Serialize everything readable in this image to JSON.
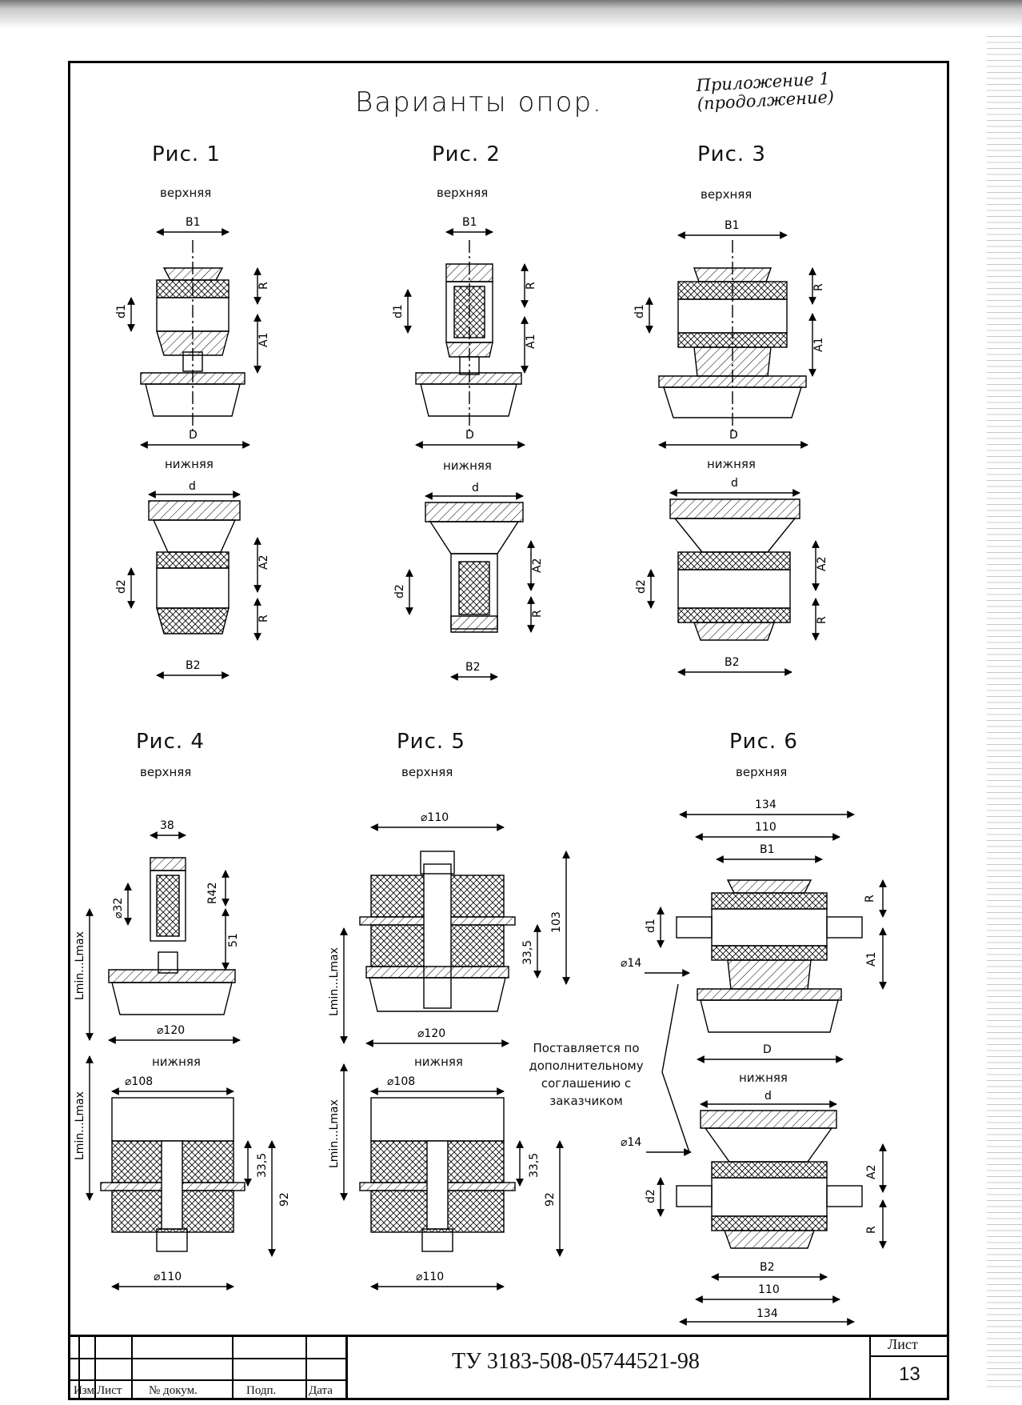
{
  "page_title": "Варианты опор.",
  "appendix": {
    "line1": "Приложение 1",
    "line2": "(продолжение)"
  },
  "figures": [
    {
      "label": "Рис. 1",
      "top": "верхняя",
      "bottom": "нижняя",
      "dims": {
        "b1": "B1",
        "d1": "d1",
        "r": "R",
        "a1": "A1",
        "D": "D",
        "d": "d",
        "d2": "d2",
        "a2": "A2",
        "r2": "R",
        "b2": "B2"
      }
    },
    {
      "label": "Рис. 2",
      "top": "верхняя",
      "bottom": "нижняя",
      "dims": {
        "b1": "B1",
        "d1": "d1",
        "r": "R",
        "a1": "A1",
        "D": "D",
        "d": "d",
        "d2": "d2",
        "a2": "A2",
        "r2": "R",
        "b2": "B2"
      }
    },
    {
      "label": "Рис. 3",
      "top": "верхняя",
      "bottom": "нижняя",
      "dims": {
        "b1": "B1",
        "d1": "d1",
        "r": "R",
        "a1": "A1",
        "D": "D",
        "d": "d",
        "d2": "d2",
        "a2": "A2",
        "r2": "R",
        "b2": "B2"
      }
    },
    {
      "label": "Рис. 4",
      "top": "верхняя",
      "bottom": "нижняя",
      "dims": {
        "w": "38",
        "phi32": "⌀32",
        "r42": "R42",
        "h51": "51",
        "phi120": "⌀120",
        "phi108": "⌀108",
        "h335": "33,5",
        "h92": "92",
        "phi110": "⌀110",
        "lrange": "Lmin...Lmax"
      }
    },
    {
      "label": "Рис. 5",
      "top": "верхняя",
      "bottom": "нижняя",
      "dims": {
        "phi110top": "⌀110",
        "h103": "103",
        "h335": "33,5",
        "phi120": "⌀120",
        "phi108": "⌀108",
        "h335b": "33,5",
        "h92": "92",
        "phi110": "⌀110",
        "lrange": "Lmin...Lmax"
      }
    },
    {
      "label": "Рис. 6",
      "top": "верхняя",
      "bottom": "нижняя",
      "dims": {
        "w134": "134",
        "w110": "110",
        "b1": "B1",
        "r": "R",
        "d1": "d1",
        "a1": "A1",
        "phi14": "⌀14",
        "D": "D",
        "d": "d",
        "phi14b": "⌀14",
        "a2": "A2",
        "d2": "d2",
        "r2": "R",
        "b2": "B2",
        "w110b": "110",
        "w134b": "134"
      }
    }
  ],
  "note": "Поставляется по дополнительному соглашению с заказчиком",
  "title_block": {
    "doc_code": "ТУ 3183-508-05744521-98",
    "sheet_label": "Лист",
    "sheet_number": "13",
    "columns": [
      "Изм",
      "Лист",
      "№ докум.",
      "Подп.",
      "Дата"
    ]
  }
}
